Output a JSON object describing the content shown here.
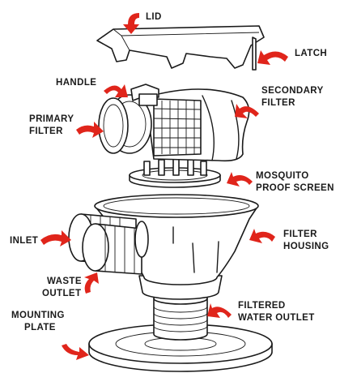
{
  "diagram": {
    "accent_color": "#e0251b",
    "line_color": "#1a1a1a",
    "labels": {
      "lid": [
        "LID"
      ],
      "latch": [
        "LATCH"
      ],
      "handle": [
        "HANDLE"
      ],
      "secondary_filter": [
        "SECONDARY",
        "FILTER"
      ],
      "primary_filter": [
        "PRIMARY",
        "FILTER"
      ],
      "mosquito_screen": [
        "MOSQUITO",
        "PROOF SCREEN"
      ],
      "inlet": [
        "INLET"
      ],
      "filter_housing": [
        "FILTER",
        "HOUSING"
      ],
      "waste_outlet": [
        "WASTE",
        "OUTLET"
      ],
      "filtered_water_outlet": [
        "FILTERED",
        "WATER OUTLET"
      ],
      "mounting_plate": [
        "MOUNTING",
        "PLATE"
      ]
    }
  }
}
